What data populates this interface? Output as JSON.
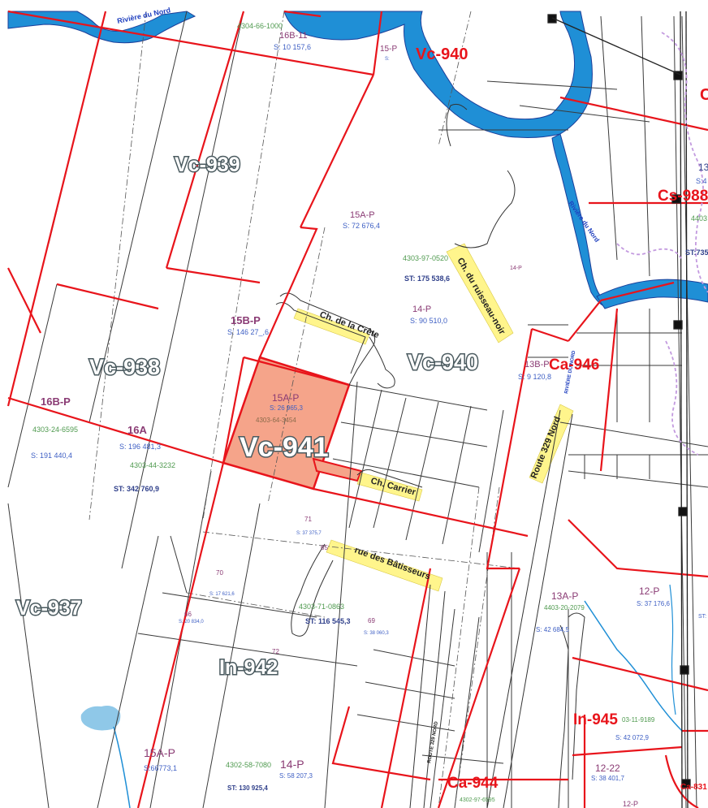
{
  "zones": {
    "vc939": "Vc-939",
    "vc938": "Vc-938",
    "vc940": "Vc-940",
    "vc941": "Vc-941",
    "vc937": "Vc-937",
    "in942": "In-942",
    "vc940_top": "Vc-940",
    "ca946": "Ca-946",
    "cs988": "Cs-988",
    "in945": "In-945",
    "ca944": "Ca-944",
    "c_edge": "C",
    "ca_edge": "Ca-831"
  },
  "roads": {
    "crete": "Ch. de la Crête",
    "ruisseau": "Ch. du ruisseau-noir",
    "carrier": "Ch. Carrier",
    "batisseurs": "rue des Bâtisseurs",
    "route329": "Route 329 Nord",
    "route329_vert": "ROUTE 329 NORD",
    "riviere_nord_vert": "RIVIÈRE DU NORD"
  },
  "rivers": {
    "top": "Rivière du Nord",
    "right": "Rivière du Nord"
  },
  "lots": {
    "lot_16b11": "16B-11",
    "s_16b11": "S: 10 157,6",
    "code_top": "4304-66-1000",
    "lot_15p": "15-P",
    "s_15p": "S:",
    "lot_15ap_upper": "15A-P",
    "s_15ap_upper": "S: 72 676,4",
    "code_0520": "4303-97-0520",
    "st_175": "ST: 175 538,6",
    "lot_14p_mid": "14-P",
    "s_14p_mid": "S: 90 510,0",
    "lot_14p_small": "14-P",
    "lot_15bp": "15B-P",
    "s_15bp": "S: 146 27_,6",
    "lot_15ap_sel": "15A-P",
    "s_15ap_sel": "S: 26 965,3",
    "code_3454": "4303-64-3454",
    "lot_16bp": "16B-P",
    "lot_16a": "16A",
    "s_16a": "S: 196 481,3",
    "code_3232": "4303-44-3232",
    "st_342": "ST: 342 760,9",
    "code_6595": "4303-24-6595",
    "s_191": "S: 191 440,4",
    "lot_13bp": "13B-P",
    "s_13bp": "S: 9 120,8",
    "lot_71": "71",
    "s_71": "S: 37 375,7",
    "lot_70": "70",
    "s_70": "S: 17 621,6",
    "lot_66": "66",
    "s_66": "S: 20 834,0",
    "code_0863": "4303-71-0863",
    "st_116": "ST: 116 545,3",
    "lot_69": "69",
    "s_69": "S: 38 060,3",
    "lot_72": "72",
    "lot_65": "65",
    "lot_13ap": "13A-P",
    "code_2079": "4403-20-2079",
    "s_13ap": "S: 42 684,5",
    "lot_12p": "12-P",
    "s_12p": "S: 37 176,6",
    "lot_15ap_bot": "15A-P",
    "s_15ap_bot": "S:66773,1",
    "code_7080": "4302-58-7080",
    "st_130": "ST: 130 925,4",
    "lot_14p_bot": "14-P",
    "s_14p_bot": "S: 58 207,3",
    "code_6595b": "4302-97-6595",
    "lot_1222": "12-22",
    "s_1222": "S: 38 401,7",
    "lot_12p_bot": "12-P",
    "code_9189": "03-11-9189",
    "s_42072": "S: 42 072,9",
    "st_7352": "ST:735",
    "code_4403": "4403",
    "num_13": "13",
    "num_s4": "S:4",
    "st_right": "ST:"
  },
  "colors": {
    "boundary": "#e8141b",
    "river": "#1f8fd6",
    "river_edge": "#1c3f9a",
    "selected_parcel": "#f5a48a",
    "road_highlight": "#fff58c",
    "zone_text_stroke": "#4a5a5f"
  }
}
